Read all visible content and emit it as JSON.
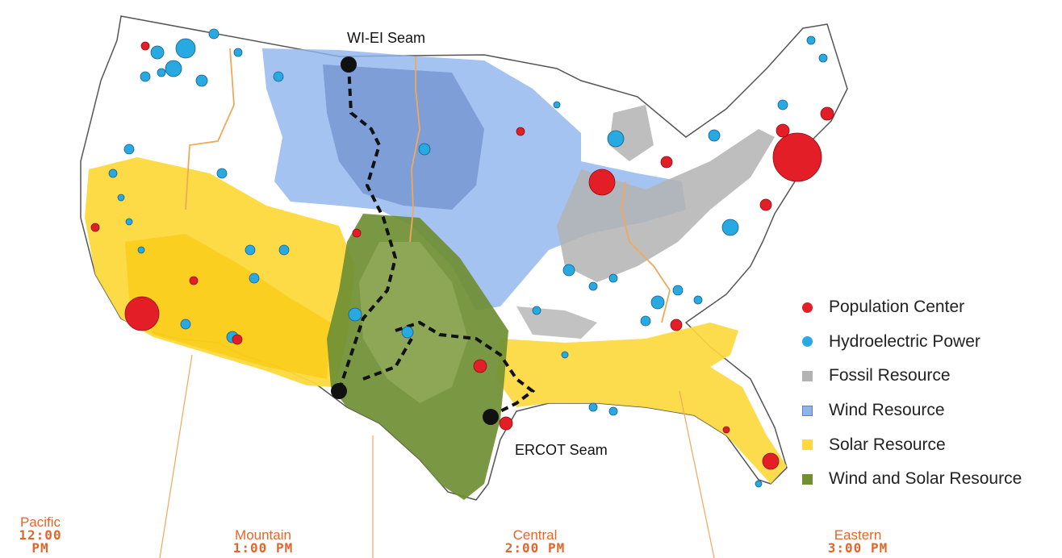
{
  "seams": {
    "north": "WI-EI Seam",
    "south": "ERCOT Seam"
  },
  "legend": [
    {
      "label": "Population Center",
      "color": "#e41e26",
      "shape": "circle"
    },
    {
      "label": "Hydroelectric Power",
      "color": "#29a9e1",
      "shape": "circle"
    },
    {
      "label": "Fossil Resource",
      "color": "#b3b3b3",
      "shape": "square"
    },
    {
      "label": "Wind Resource",
      "color": "#8fb4ec",
      "shape": "square"
    },
    {
      "label": "Solar Resource",
      "color": "#fcd93d",
      "shape": "square"
    },
    {
      "label": "Wind and Solar Resource",
      "color": "#6f8f33",
      "shape": "square"
    }
  ],
  "time_zones": [
    {
      "name": "Pacific",
      "time": "12:00 PM"
    },
    {
      "name": "Mountain",
      "time": "1:00 PM"
    },
    {
      "name": "Central",
      "time": "2:00 PM"
    },
    {
      "name": "Eastern",
      "time": "3:00 PM"
    }
  ],
  "colors": {
    "time_zone_text": "#e2662a",
    "time_zone_line": "#f0a85a",
    "state_border": "#bdbdbd",
    "interconnect_border": "#f0a85a",
    "seam_path": "#111111",
    "land": "#ffffff"
  }
}
